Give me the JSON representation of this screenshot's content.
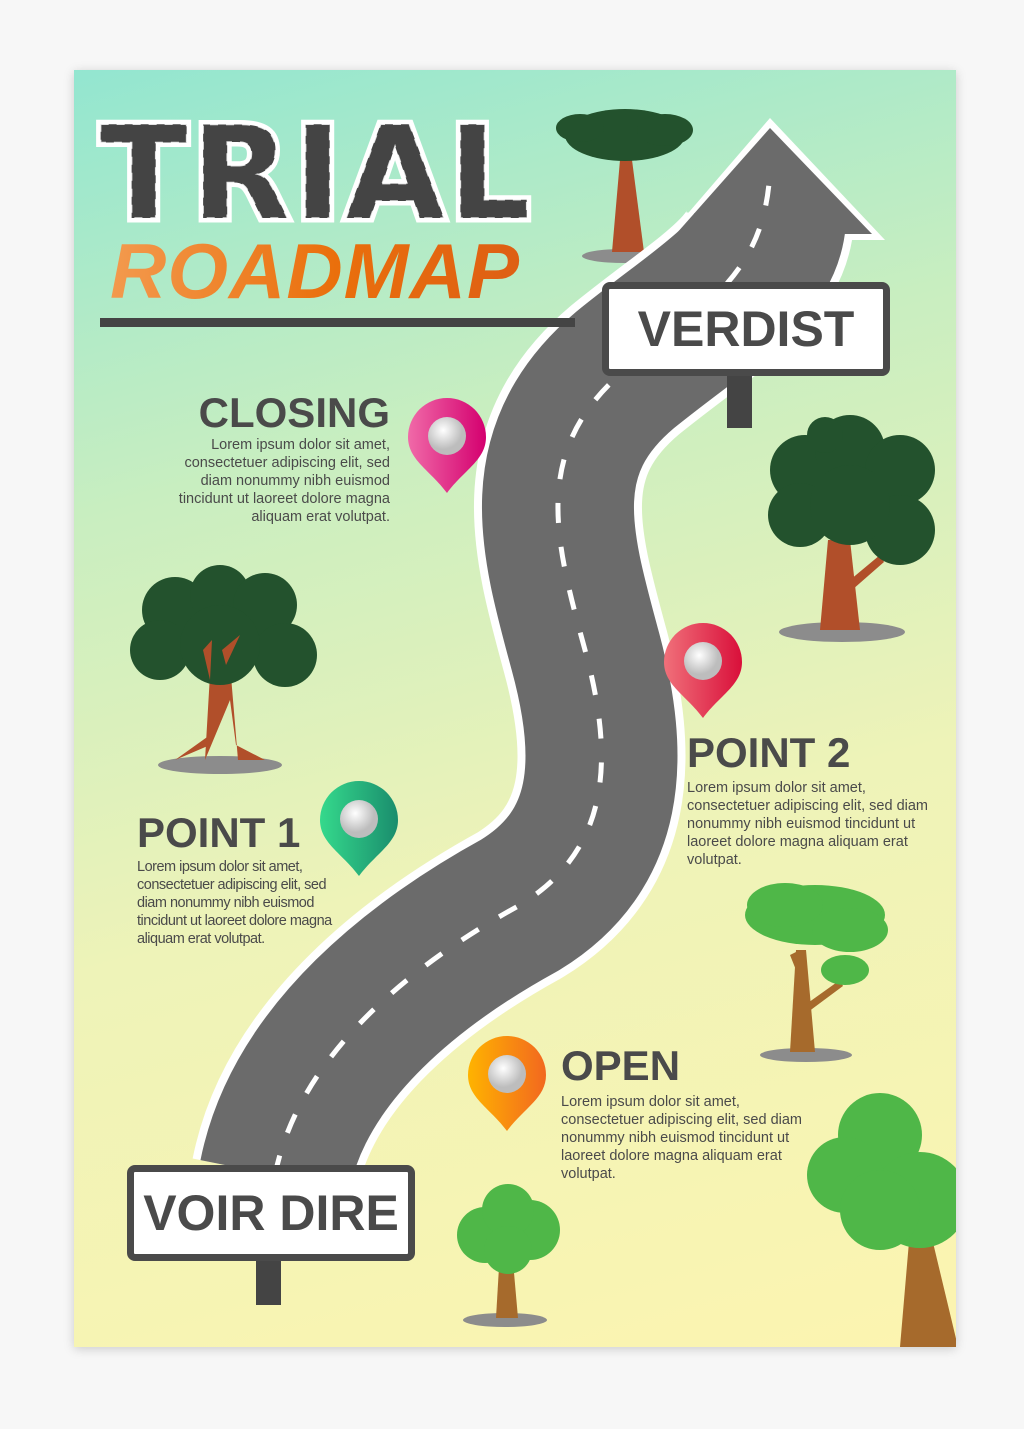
{
  "title": {
    "line1": "TRIAL",
    "line2": "ROADMAP"
  },
  "signs": {
    "end": "VERDIST",
    "start": "VOIR DIRE"
  },
  "stops": [
    {
      "heading": "CLOSING",
      "text": "Lorem ipsum dolor sit amet,\nconsectetuer adipiscing elit, sed\ndiam nonummy nibh euismod\ntincidunt ut laoreet dolore magna\naliquam erat volutpat.",
      "color": "#e0157f"
    },
    {
      "heading": "POINT 2",
      "text": "Lorem ipsum dolor sit amet,\nconsectetuer adipiscing elit, sed diam\nnonummy nibh euismod tincidunt ut\nlaoreet dolore magna aliquam erat\nvolutpat.",
      "color": "#e2213f"
    },
    {
      "heading": "POINT 1",
      "text": "Lorem ipsum dolor sit amet,\nconsectetuer adipiscing elit, sed\ndiam nonummy nibh euismod\ntincidunt ut laoreet dolore magna\naliquam erat volutpat.",
      "color": "#25b883"
    },
    {
      "heading": "OPEN",
      "text": "Lorem ipsum dolor sit amet,\nconsectetuer adipiscing elit, sed diam\nnonummy nibh euismod tincidunt ut\nlaoreet dolore magna aliquam erat\nvolutpat.",
      "color": "#f58a1f"
    }
  ]
}
